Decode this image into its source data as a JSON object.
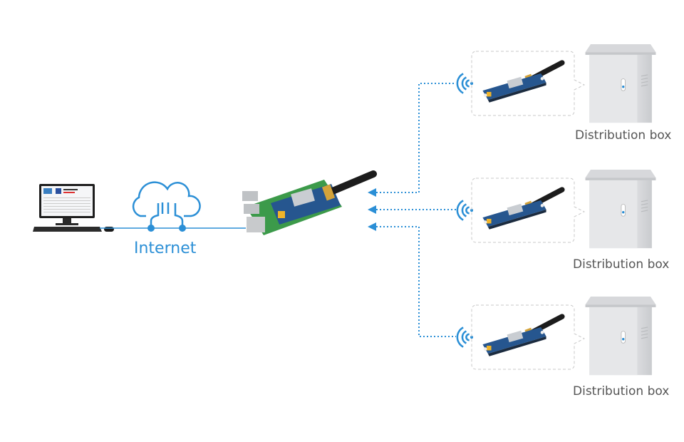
{
  "diagram": {
    "accent_color": "#2b8fd6",
    "computer": {
      "name": "Computer",
      "icon": "desktop-computer-icon"
    },
    "internet": {
      "label": "Internet",
      "icon": "cloud-icon"
    },
    "gateway": {
      "name": "Raspberry Pi with LoRa HAT",
      "icon": "raspberry-pi-lora-hat"
    },
    "nodes": [
      {
        "label": "Distribution box",
        "module": "LoRa HAT with antenna"
      },
      {
        "label": "Distribution box",
        "module": "LoRa HAT with antenna"
      },
      {
        "label": "Distribution box",
        "module": "LoRa HAT with antenna"
      }
    ]
  }
}
